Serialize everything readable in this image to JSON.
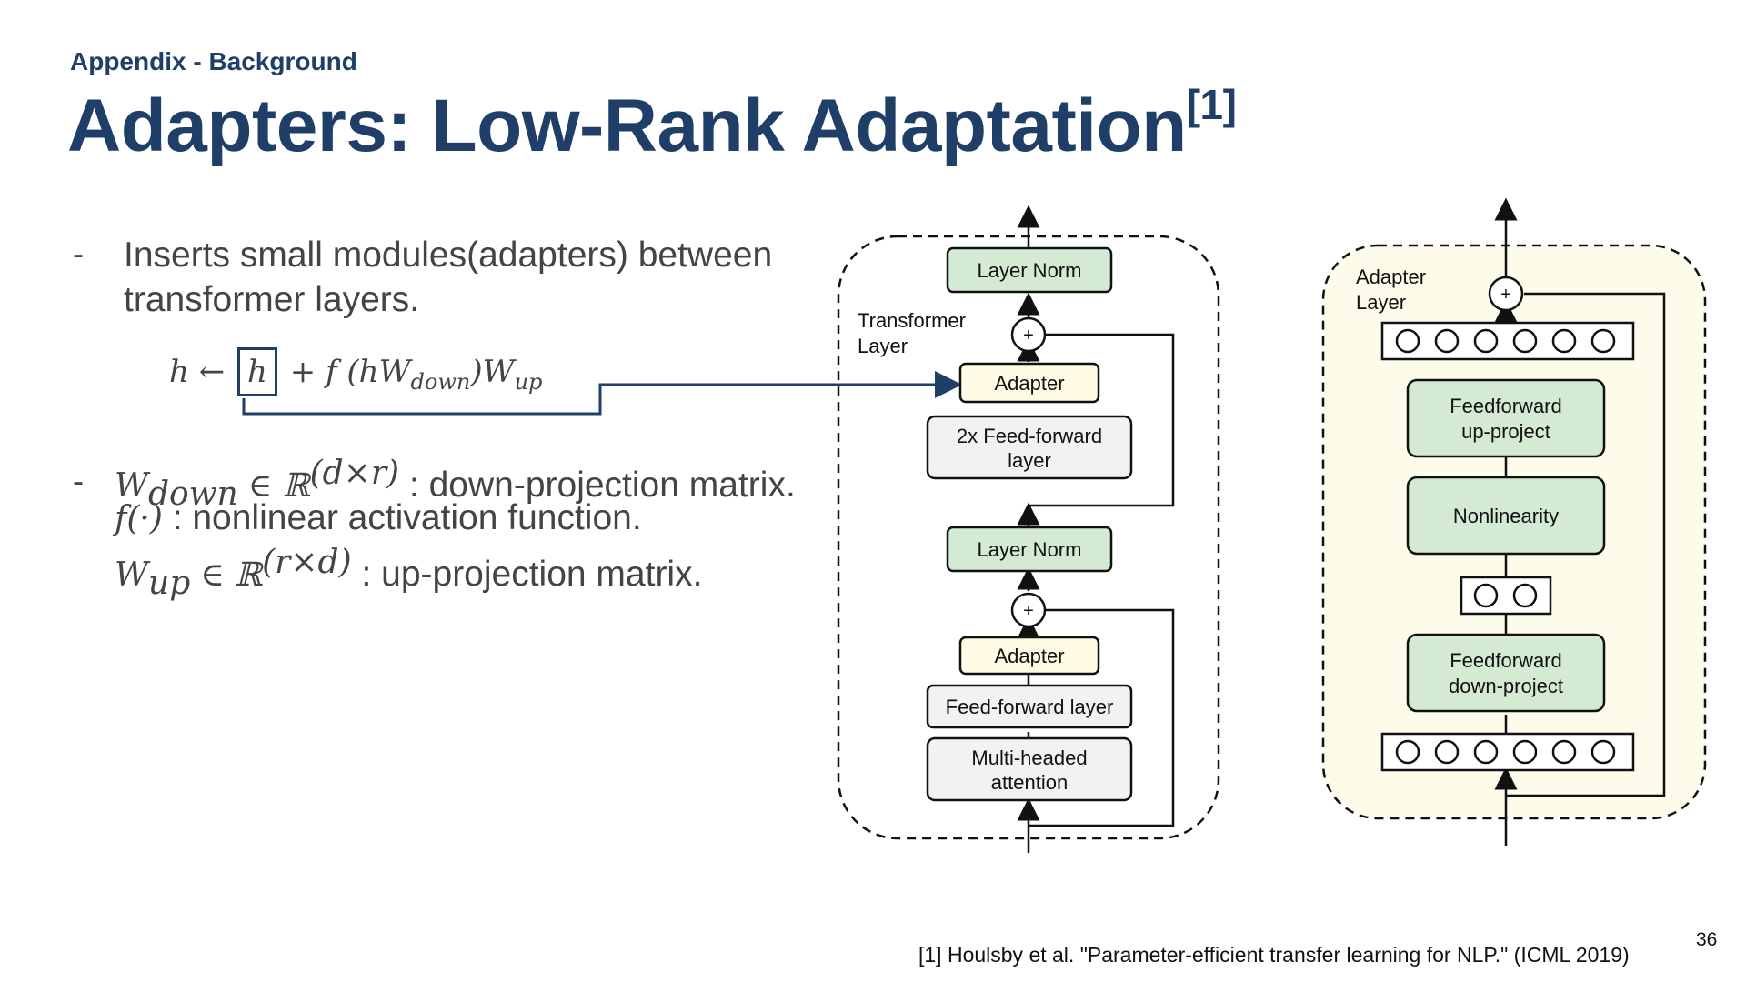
{
  "header": {
    "subtitle": "Appendix - Background",
    "title": "Adapters: Low-Rank Adaptation",
    "title_ref": "[1]"
  },
  "bullets": {
    "dash": "-",
    "first_line1": "Inserts small modules(adapters) between",
    "first_line2": "transformer layers.",
    "equation": {
      "lhs": "h ←",
      "boxed": "h",
      "rhs": "+ f (hW",
      "down_sub": "down",
      "mid": ")W",
      "up_sub": "up"
    },
    "def_down": {
      "sym": "W",
      "sub": "down",
      "set": "∈ ℝ",
      "sup": "(d×r)",
      "text": " : down-projection matrix."
    },
    "def_f": {
      "sym": "f(·)",
      "text": " : nonlinear activation function."
    },
    "def_up": {
      "sym": "W",
      "sub": "up",
      "set": "∈ ℝ",
      "sup": "(r×d)",
      "text": " : up-projection matrix."
    }
  },
  "transformer": {
    "label_line1": "Transformer",
    "label_line2": "Layer",
    "layer_norm_top": "Layer Norm",
    "adapter_top": "Adapter",
    "ff2x_line1": "2x Feed-forward",
    "ff2x_line2": "layer",
    "layer_norm_bottom": "Layer Norm",
    "adapter_bottom": "Adapter",
    "ff_layer": "Feed-forward layer",
    "mha_line1": "Multi-headed",
    "mha_line2": "attention",
    "plus": "+"
  },
  "adapter": {
    "label_line1": "Adapter",
    "label_line2": "Layer",
    "ff_up_line1": "Feedforward",
    "ff_up_line2": "up-project",
    "nonlinearity": "Nonlinearity",
    "ff_down_line1": "Feedforward",
    "ff_down_line2": "down-project",
    "plus": "+"
  },
  "colors": {
    "title": "#1f3f68",
    "green_box": "#d4ead3",
    "yellow_box": "#fffbe5",
    "gray_box": "#f2f2f2",
    "adapter_bg": "#fdfbea",
    "connector": "#1f3f68"
  },
  "footer": {
    "citation": "[1] Houlsby et al. \"Parameter-efficient transfer learning for NLP.\" (ICML 2019)",
    "page": "36"
  }
}
